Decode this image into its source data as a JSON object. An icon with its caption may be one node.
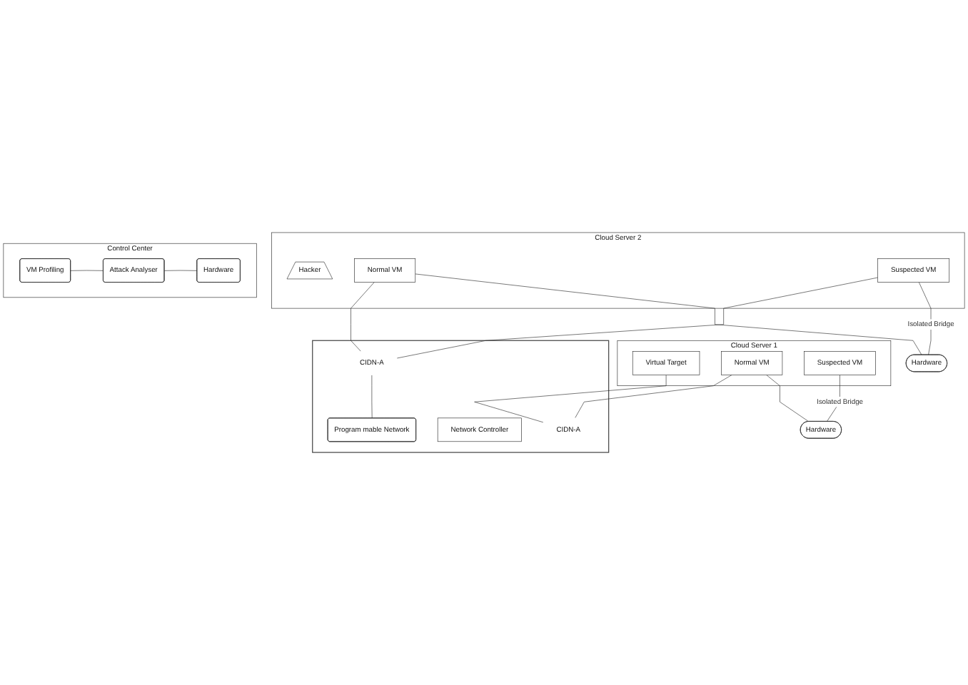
{
  "diagram": {
    "nodes": [
      {
        "text": [
          "Cloud Server 1"
        ]
      },
      {
        "text": [
          "Virtual Target"
        ],
        "in": 0
      },
      {
        "text": [
          "Normal VM"
        ],
        "in": 0
      },
      {
        "text": [
          "Suspected VM"
        ],
        "in": 0
      },
      {
        "text": [
          "Cloud Server 2"
        ]
      },
      {
        "text": [
          "Hacker"
        ],
        "in": 4
      },
      {
        "text": [
          "Normal VM"
        ],
        "in": 4
      },
      {
        "text": [
          "Suspected VM"
        ],
        "in": 4
      },
      {
        "text": [
          "Control Center"
        ]
      },
      {
        "text": [
          "VM Profiling"
        ],
        "in": 8
      },
      {
        "text": [
          "Attack Analyser"
        ],
        "in": 8
      },
      {
        "text": [
          "Hardware"
        ],
        "in": 8
      },
      {
        "text": [],
        "shape": "box"
      },
      {
        "text": [
          "CIDN-A"
        ],
        "in": 12
      },
      {
        "text": [
          "Network Controller"
        ],
        "in": 12
      },
      {
        "text": [
          "CIDN-A"
        ],
        "in": 12
      },
      {
        "text": [
          "Program mable Network"
        ],
        "in": 12
      },
      {
        "text": [
          "Hardware"
        ]
      },
      {
        "text": [
          "Hardware"
        ]
      }
    ],
    "edges": [
      {
        "from": 1,
        "to": 13,
        "arrow": "none"
      },
      {
        "from": 2,
        "to": 13,
        "arrow": "none"
      },
      {
        "from": 2,
        "to": 17,
        "arrow": "none"
      },
      {
        "from": 3,
        "to": 17,
        "label": "Isolated Bridge",
        "arrow": "none"
      },
      {
        "from": 6,
        "to": 15,
        "arrow": "none"
      },
      {
        "from": 6,
        "to": 18,
        "arrow": "none"
      },
      {
        "from": 7,
        "to": 15,
        "arrow": "none"
      },
      {
        "from": 15,
        "to": 16,
        "arrow": "none"
      },
      {
        "from": 7,
        "to": 18,
        "label": "Isolated Bridge",
        "arrow": "none"
      },
      {
        "from": 9,
        "to": 10,
        "arrow": "none"
      },
      {
        "from": 10,
        "to": 11,
        "arrow": "none"
      }
    ]
  }
}
